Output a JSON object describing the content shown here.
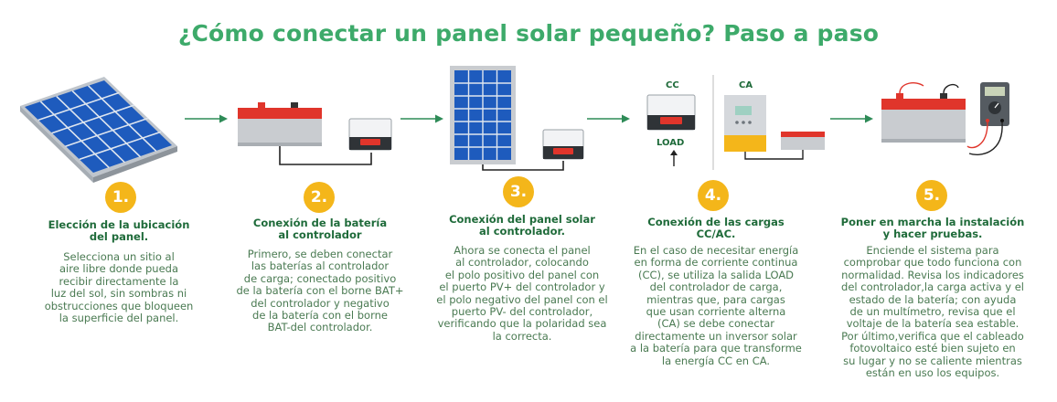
{
  "title": "¿Cómo conectar un panel solar pequeño? Paso a paso",
  "colors": {
    "title_green": "#3daa6a",
    "heading_green": "#1f6b3a",
    "body_green": "#4a7a52",
    "badge_yellow": "#f4b61a",
    "arrow_green": "#2e8b57",
    "battery_red": "#e0352b",
    "panel_blue": "#1e5bbd"
  },
  "illustration_labels": {
    "cc": "CC",
    "ca": "CA",
    "load": "LOAD"
  },
  "steps": [
    {
      "number": "1.",
      "heading": [
        "Elección de la ubicación",
        "del panel."
      ],
      "body": [
        "Selecciona un sitio al",
        "aire libre donde pueda",
        "recibir directamente la",
        "luz del sol, sin sombras ni",
        "obstrucciones que bloqueen",
        "la superficie del panel."
      ]
    },
    {
      "number": "2.",
      "heading": [
        "Conexión de la batería",
        "al controlador"
      ],
      "body": [
        "Primero, se deben conectar",
        "las baterías al controlador",
        "de carga; conectado positivo",
        "de la batería con el borne BAT+",
        "del controlador y negativo",
        "de la batería con el borne",
        "BAT-del controlador."
      ]
    },
    {
      "number": "3.",
      "heading": [
        "Conexión del panel solar",
        "al controlador."
      ],
      "body": [
        "Ahora se conecta el panel",
        "al controlador, colocando",
        "el polo positivo del panel con",
        "el puerto PV+ del controlador y",
        "el polo negativo del panel con el",
        "puerto PV- del controlador,",
        "verificando que la polaridad sea",
        "la correcta."
      ]
    },
    {
      "number": "4.",
      "heading": [
        "Conexión de las cargas",
        "CC/AC."
      ],
      "body": [
        "En el caso de necesitar energía",
        "en forma de corriente continua",
        "(CC), se utiliza la salida LOAD",
        "del controlador de carga,",
        "mientras que, para cargas",
        "que usan corriente alterna",
        "(CA) se debe conectar",
        "directamente un inversor solar",
        "a la batería para que transforme",
        "la energía CC en CA."
      ]
    },
    {
      "number": "5.",
      "heading": [
        "Poner en marcha la instalación",
        "y hacer pruebas."
      ],
      "body": [
        "Enciende el sistema para",
        "comprobar que todo funciona con",
        "normalidad. Revisa los indicadores",
        "del controlador,la carga activa y el",
        "estado de la batería; con ayuda",
        "de un multímetro, revisa que el",
        "voltaje de la batería sea estable.",
        "Por último,verifica que el cableado",
        "fotovoltaico esté bien sujeto en",
        "su lugar y no se caliente mientras",
        "están en uso los equipos."
      ]
    }
  ]
}
